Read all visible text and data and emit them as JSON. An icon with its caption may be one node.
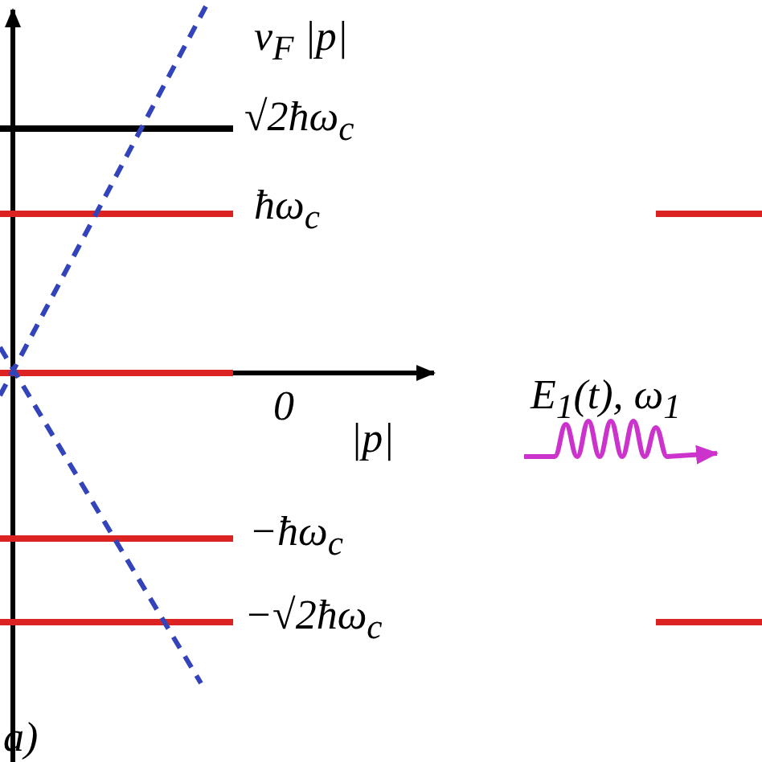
{
  "diagram": {
    "labels": [
      "v$_{F}$ |p|",
      "√2ħω$_{c}$",
      "ħω$_{c}$",
      "0",
      "|p|",
      "E$_{1}$(t), ω$_{1}$",
      "−ħω$_{c}$",
      "−√2ħω$_{c}$",
      "a)"
    ]
  }
}
